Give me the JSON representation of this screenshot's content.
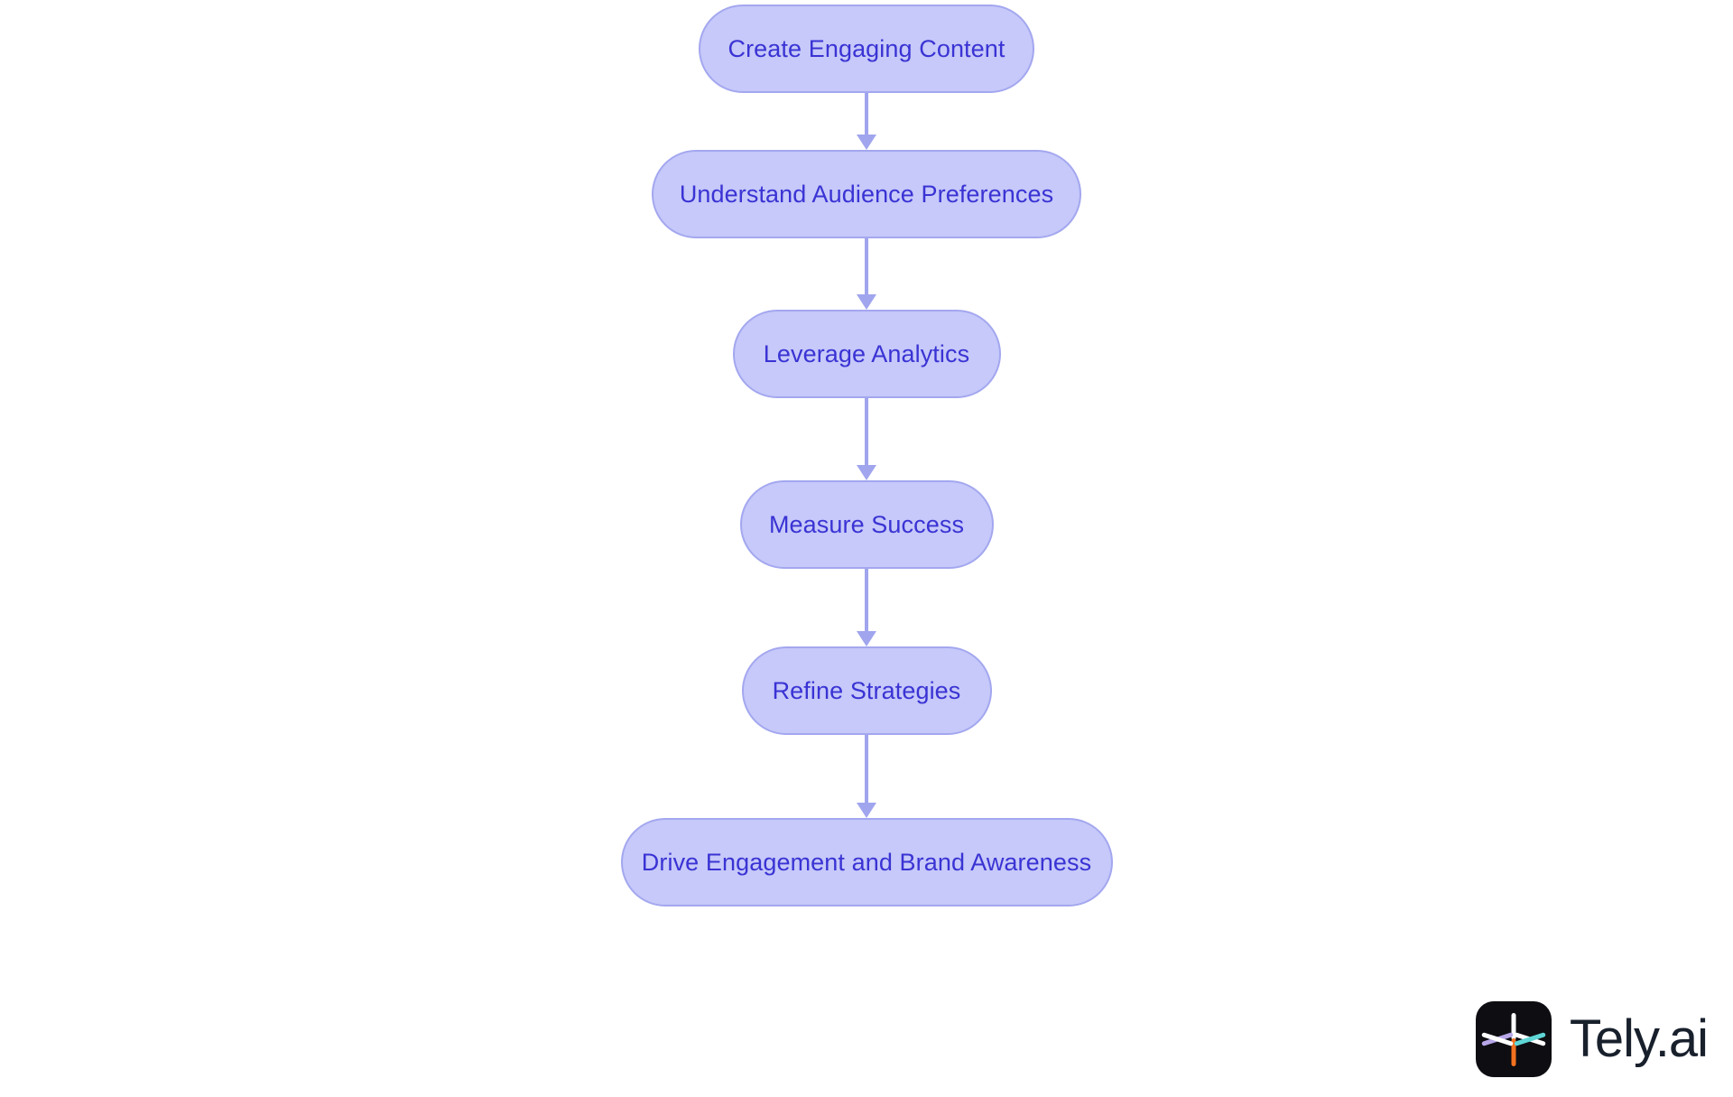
{
  "diagram": {
    "type": "flowchart",
    "orientation": "vertical-top-to-bottom",
    "background_color": "#ffffff",
    "node_fill": "#c6c9f9",
    "node_border": "#a3a7ef",
    "node_text_color": "#3a33d4",
    "connector_color": "#a0a5ee",
    "nodes": [
      {
        "id": "n1",
        "label": "Create Engaging Content"
      },
      {
        "id": "n2",
        "label": "Understand Audience Preferences"
      },
      {
        "id": "n3",
        "label": "Leverage Analytics"
      },
      {
        "id": "n4",
        "label": "Measure Success"
      },
      {
        "id": "n5",
        "label": "Refine Strategies"
      },
      {
        "id": "n6",
        "label": "Drive Engagement and Brand Awareness"
      }
    ],
    "edges": [
      {
        "from": "n1",
        "to": "n2",
        "style": "solid-arrow"
      },
      {
        "from": "n2",
        "to": "n3",
        "style": "solid-arrow"
      },
      {
        "from": "n3",
        "to": "n4",
        "style": "solid-arrow"
      },
      {
        "from": "n4",
        "to": "n5",
        "style": "solid-arrow"
      },
      {
        "from": "n5",
        "to": "n6",
        "style": "solid-arrow"
      }
    ]
  },
  "branding": {
    "wordmark": "Tely.ai",
    "wordmark_color": "#18202c",
    "mark_background": "#0d0d12",
    "mark_icon_name": "tely-asterisk-icon",
    "mark_spoke_colors": [
      "#ffffff",
      "#b7a6e8",
      "#5fd6d6",
      "#f4711f"
    ]
  }
}
